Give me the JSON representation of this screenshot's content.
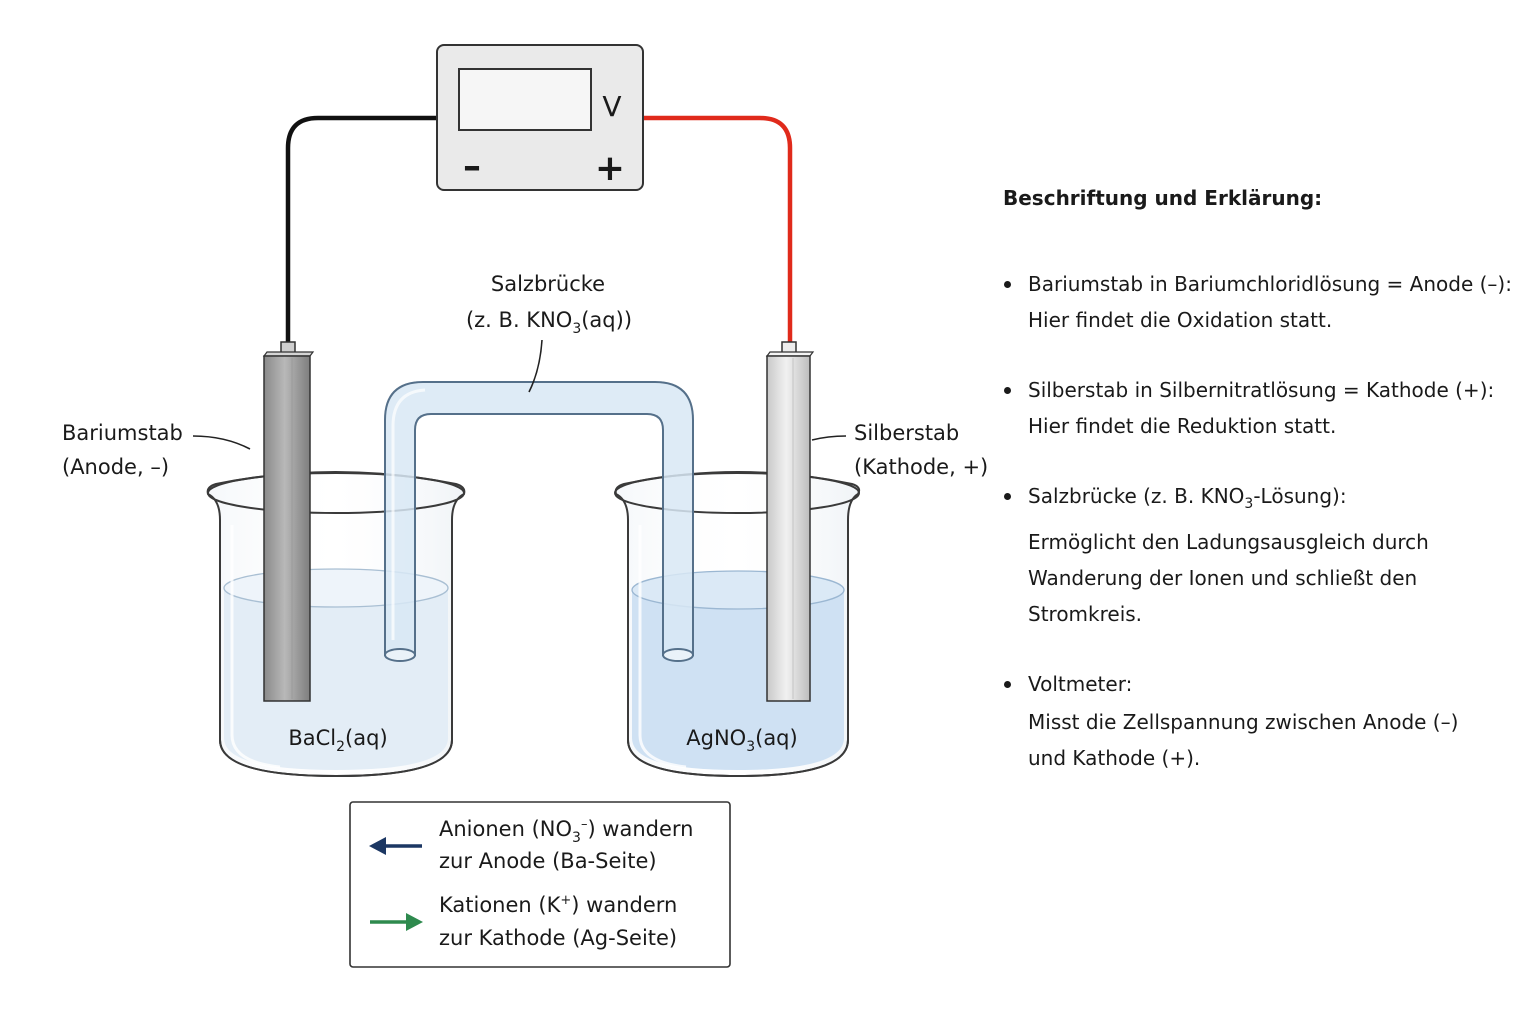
{
  "voltmeter": {
    "unit_symbol": "V",
    "minus_sign": "–",
    "plus_sign": "+"
  },
  "salt_bridge_label": {
    "line1": "Salzbrücke",
    "line2_pre": "(z. B. KNO",
    "line2_sub": "3",
    "line2_post": "(aq))"
  },
  "anode_label": {
    "line1": "Bariumstab",
    "line2": "(Anode, –)"
  },
  "cathode_label": {
    "line1": "Silberstab",
    "line2": "(Kathode, +)"
  },
  "left_solution": {
    "pre": "BaCl",
    "sub": "2",
    "post": "(aq)"
  },
  "right_solution": {
    "pre": "AgNO",
    "sub": "3",
    "post": "(aq)"
  },
  "legend": {
    "anion_line1_pre": "Anionen (NO",
    "anion_line1_sub": "3",
    "anion_line1_sup": "–",
    "anion_line1_post": ") wandern",
    "anion_line2": "zur Anode (Ba-Seite)",
    "cation_line1_pre": "Kationen (K",
    "cation_line1_sup": "+",
    "cation_line1_post": ") wandern",
    "cation_line2": "zur Kathode (Ag-Seite)"
  },
  "explanation": {
    "heading": "Beschriftung und Erklärung:",
    "item1": {
      "line1": "Bariumstab in Bariumchloridlösung = Anode (–):",
      "line2": "Hier findet die Oxidation statt."
    },
    "item2": {
      "line1": "Silberstab in Silbernitratlösung = Kathode (+):",
      "line2": "Hier findet die Reduktion statt."
    },
    "item3": {
      "line1_pre": "Salzbrücke (z. B. KNO",
      "line1_sub": "3",
      "line1_post": "-Lösung):",
      "body": "Ermöglicht den Ladungsausgleich durch Wanderung der Ionen und schließt den Stromkreis."
    },
    "item4": {
      "line1": "Voltmeter:",
      "body": "Misst die Zellspannung zwischen Anode (–) und Kathode (+)."
    }
  },
  "colors": {
    "wire_negative": "#111111",
    "wire_positive": "#e02a1b",
    "anion_arrow": "#1c3763",
    "cation_arrow": "#2e8a4e",
    "left_solution": "#e3edf6",
    "right_solution": "#cfe1f3",
    "salt_bridge": "#d8e8f5"
  }
}
